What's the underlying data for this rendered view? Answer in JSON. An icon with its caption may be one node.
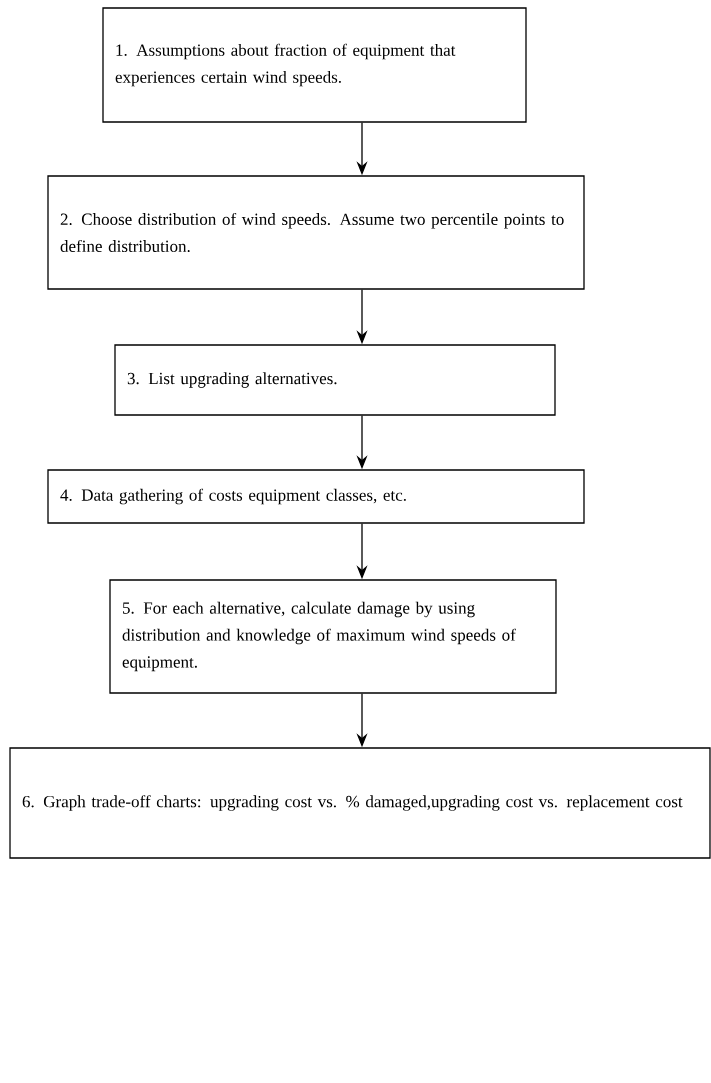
{
  "diagram": {
    "nodes": [
      {
        "text": [
          "1. Assumptions about fraction of equipment that experiences certain wind speeds."
        ]
      },
      {
        "text": [
          "2. Choose distribution of wind speeds. Assume two percentile points to define distribution."
        ]
      },
      {
        "text": [
          "3. List upgrading alternatives."
        ]
      },
      {
        "text": [
          "4. Data gathering of costs equipment classes, etc."
        ]
      },
      {
        "text": [
          "5. For each alternative, calculate damage by using distribution and knowledge of maximum wind speeds of equipment."
        ]
      },
      {
        "text": [
          "6. Graph trade-off charts: upgrading cost vs. % damaged,upgrading cost vs. replacement cost"
        ]
      }
    ],
    "edges": [
      {
        "from": 0,
        "to": 1,
        "arrow": "to"
      },
      {
        "from": 1,
        "to": 2,
        "arrow": "to"
      },
      {
        "from": 2,
        "to": 3,
        "arrow": "to"
      },
      {
        "from": 3,
        "to": 4,
        "arrow": "to"
      },
      {
        "from": 4,
        "to": 5,
        "arrow": "to"
      }
    ]
  }
}
